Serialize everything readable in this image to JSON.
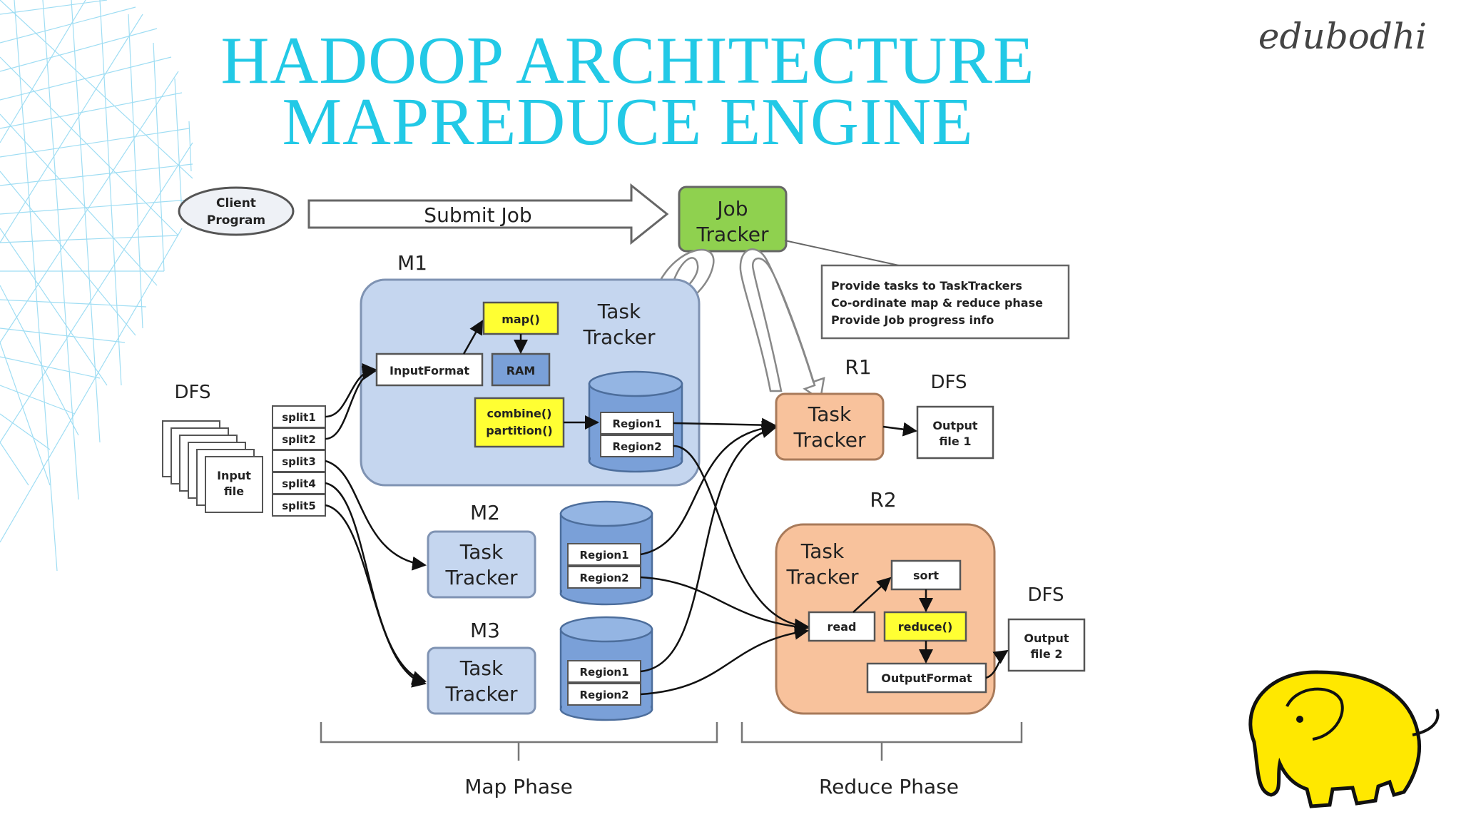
{
  "slide": {
    "title_line1": "HADOOP ARCHITECTURE",
    "title_line2": "MAPREDUCE ENGINE",
    "brand": "edubodhi",
    "title_color": "#22c9e6"
  },
  "colors": {
    "m1_panel": "#c5d6ef",
    "region_cylinder": "#7aa0d8",
    "highlight": "#ffff33",
    "job_tracker": "#8fd14f",
    "reducer": "#f8c29c",
    "mascot": "#ffe800"
  },
  "client": {
    "label_line1": "Client",
    "label_line2": "Program"
  },
  "submit_job": "Submit Job",
  "job_tracker": {
    "line1": "Job",
    "line2": "Tracker"
  },
  "callout": [
    "Provide tasks to TaskTrackers",
    "Co-ordinate map & reduce phase",
    "Provide Job progress info"
  ],
  "dfs_label": "DFS",
  "input_file": {
    "line1": "Input",
    "line2": "file"
  },
  "splits": [
    "split1",
    "split2",
    "split3",
    "split4",
    "split5"
  ],
  "m1": {
    "label": "M1",
    "task_line1": "Task",
    "task_line2": "Tracker",
    "input_format": "InputFormat",
    "map": "map()",
    "ram": "RAM",
    "combine": "combine()",
    "partition": "partition()",
    "region1": "Region1",
    "region2": "Region2"
  },
  "m2": {
    "label": "M2",
    "task_line1": "Task",
    "task_line2": "Tracker",
    "region1": "Region1",
    "region2": "Region2"
  },
  "m3": {
    "label": "M3",
    "task_line1": "Task",
    "task_line2": "Tracker",
    "region1": "Region1",
    "region2": "Region2"
  },
  "r1": {
    "label": "R1",
    "task_line1": "Task",
    "task_line2": "Tracker",
    "dfs": "DFS",
    "output_line1": "Output",
    "output_line2": "file 1"
  },
  "r2": {
    "label": "R2",
    "task_line1": "Task",
    "task_line2": "Tracker",
    "read": "read",
    "sort": "sort",
    "reduce": "reduce()",
    "output_format": "OutputFormat",
    "dfs": "DFS",
    "output_line1": "Output",
    "output_line2": "file 2"
  },
  "phases": {
    "map": "Map Phase",
    "reduce": "Reduce Phase"
  }
}
